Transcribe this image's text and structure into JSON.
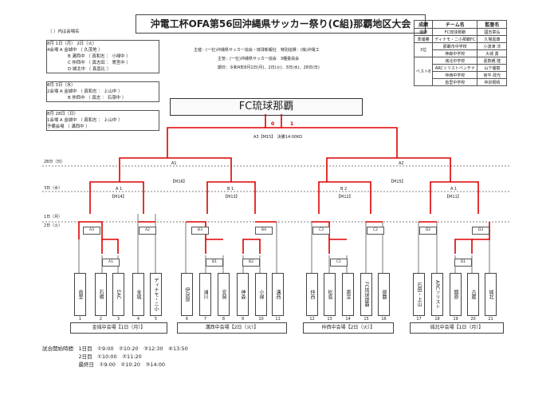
{
  "title": "沖電工杯OFA第56回沖縄県サッカー祭り(C組)那覇地区大会",
  "note": "（ ）内は会場名",
  "day1": {
    "header": "8月 1日（月） 2日（火）",
    "rows": [
      "4会場 A 金城中 （ 久茂地 ）",
      "B 溝西中 （ 真和志 ： 小禄中 ）",
      "C 仲西中 （ 真志田 ： 寄宮中 ）",
      "D 城北中 （ 真嘉比 ）"
    ]
  },
  "day2": {
    "header": "8月 3日（水）",
    "rows": [
      "2会場 A 金城中 （ 真和志 ： 上山中 ）",
      "B 仲西中 （ 真志 ： 石嶺中 ）"
    ]
  },
  "day3": {
    "header": "8月 28日（日）",
    "rows": [
      "1会場 A 金城中 （ 真和志 ： 上山中 ）",
      "予備会場 （ 溝西中 ）"
    ]
  },
  "organizers": [
    "主催：(一社)沖縄県サッカー協会・琉球新報社　特別協賛：(株)沖電工",
    "主管：(一社)沖縄県サッカー協会　3種委員会",
    "期日：令和4年8月1日(月)、2日(火)、3日(水)、28日(日)"
  ],
  "champion": "FC琉球那覇",
  "final_label": "A3【M15】　決勝14:00KO",
  "staff_table": {
    "headers": [
      "成績",
      "チーム名",
      "監督名"
    ],
    "rows": [
      [
        "優勝",
        "FC琉球那覇",
        "國吉章弘"
      ],
      [
        "準優勝",
        "ディナモ・ニ小那覇FC",
        "久場嘉康"
      ],
      [
        "3位",
        "那覇市中学校",
        "小波津 淳"
      ],
      [
        "",
        "神森中学校",
        "大城 勇"
      ],
      [
        "ベスト8",
        "城北中学校",
        "嘉数親 隆"
      ],
      [
        "",
        "ARCソリストベンチナ",
        "山下優樹"
      ],
      [
        "",
        "仲西中学校",
        "宮平 政光"
      ],
      [
        "",
        "首里中学校",
        "仲宗根晴"
      ]
    ]
  },
  "dates": {
    "d28": "28日（日）",
    "d3": "3日（水）",
    "d1": "1日（月）",
    "d2": "2日（火）"
  },
  "match_labels": {
    "sf_left": "A1",
    "sf_right": "A2",
    "m16": "【M16】",
    "m15": "【M15】",
    "qf1": "A 1",
    "qf1m": "【M14】",
    "qf2": "B 1",
    "qf2m": "【M13】",
    "qf3": "B 2",
    "qf3m": "【M12】",
    "qf4": "A 1",
    "qf4m": "【M11】"
  },
  "teams": [
    {
      "n": "1",
      "name": "首里"
    },
    {
      "n": "2",
      "name": "石嶺"
    },
    {
      "n": "3",
      "name": "EAC"
    },
    {
      "n": "4",
      "name": "金城"
    },
    {
      "n": "5",
      "name": "ディナモ・ニ小"
    },
    {
      "n": "6",
      "name": "伊良部"
    },
    {
      "n": "7",
      "name": "浦川"
    },
    {
      "n": "8",
      "name": "安岡"
    },
    {
      "n": "9",
      "name": "神森"
    },
    {
      "n": "10",
      "name": "小禄"
    },
    {
      "n": "11",
      "name": "溝西"
    },
    {
      "n": "12",
      "name": "仲西"
    },
    {
      "n": "13",
      "name": "松島"
    },
    {
      "n": "14",
      "name": "寄宮"
    },
    {
      "n": "15",
      "name": "FC琉球那覇"
    },
    {
      "n": "16",
      "name": "那覇"
    },
    {
      "n": "17",
      "name": "石田・上山"
    },
    {
      "n": "18",
      "name": "ARCソリスト"
    },
    {
      "n": "19",
      "name": "鏡原"
    },
    {
      "n": "20",
      "name": "古蔵"
    },
    {
      "n": "21",
      "name": "城北"
    }
  ],
  "venues": [
    "金城中会場【1日（月）】",
    "溝西中会場【2日（火）】",
    "仲西中会場【2日（火）】",
    "城北中会場【1日（月）】"
  ],
  "times": "試合開始時間　1日目　①9:00　②10:20　③12:30　④13:50\n　　　　　　　2日目　①10:00　②11:20\n　　　　　　　最終日　①9:00　②10:20　③14:00"
}
